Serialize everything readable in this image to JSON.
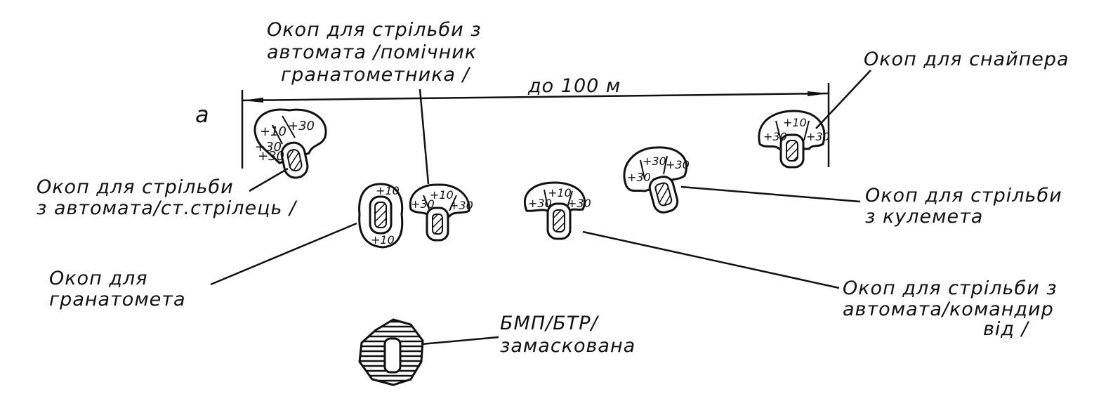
{
  "panel_letter": "a",
  "distance": "до 100 м",
  "labels": {
    "commander_lines": [
      "Окоп для стрільби з",
      "автомата /поміч­ник",
      "гранатометника /"
    ],
    "sniper": "Окоп для снайпера",
    "rifleman_lines": [
      "Окоп для стрільби",
      "з автомата/ст.стрілець /"
    ],
    "machinegun_lines": [
      "Окоп для стрільби",
      "з кулемета"
    ],
    "grenade_lines": [
      "Окоп для",
      "гранатомета"
    ],
    "leader_lines": [
      "Окоп для стрільби з",
      "автомата/командир",
      "від /"
    ],
    "vehicle_lines": [
      "БМП/БТР/",
      "замаскована"
    ]
  },
  "sector_marks": {
    "rifleman": [
      "+10",
      "+30",
      "+30",
      "+30"
    ],
    "grenade": [
      "+10",
      "+10"
    ],
    "assistant": [
      "+30",
      "+10",
      "+30"
    ],
    "leader": [
      "+30",
      "+10",
      "+30"
    ],
    "machinegun": [
      "+30",
      "+30",
      "+30"
    ],
    "sniper": [
      "+30",
      "+10",
      "+30"
    ]
  }
}
